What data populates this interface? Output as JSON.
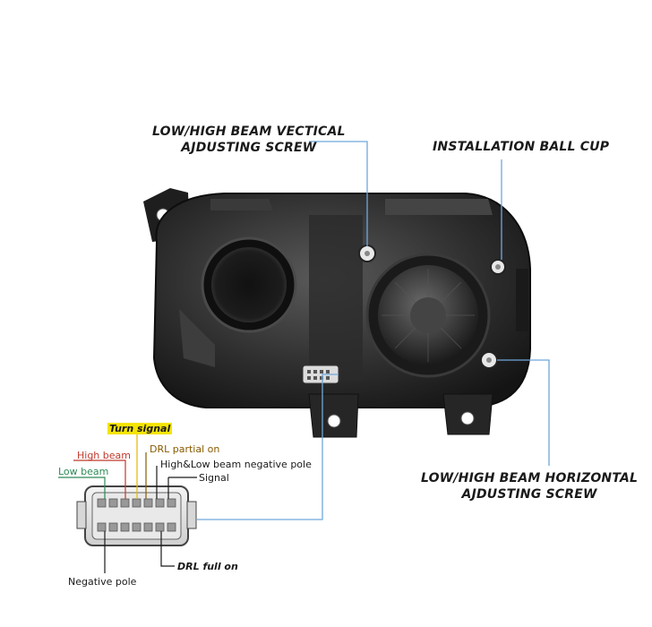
{
  "callouts": {
    "vertical_screw": {
      "line1": "LOW/HIGH BEAM VECTICAL",
      "line2": "AJDUSTING SCREW"
    },
    "ball_cup": {
      "line1": "INSTALLATION BALL CUP"
    },
    "horizontal_screw": {
      "line1": "LOW/HIGH BEAM HORIZONTAL",
      "line2": "AJDUSTING SCREW"
    }
  },
  "pins": {
    "turn_signal": "Turn signal",
    "high_beam": "High beam",
    "drl_partial": "DRL partial on",
    "low_beam": "Low beam",
    "negative_pole_hl": "High&Low beam negative pole",
    "signal": "Signal",
    "drl_full": "DRL full on",
    "negative_pole": "Negative pole"
  },
  "colors": {
    "turn_signal": "#e6b800",
    "high_beam": "#c0392b",
    "drl_partial": "#8a5a00",
    "low_beam": "#2e8b57",
    "dark_text": "#1a1a1a",
    "leader_line": "#6fa8dc"
  }
}
